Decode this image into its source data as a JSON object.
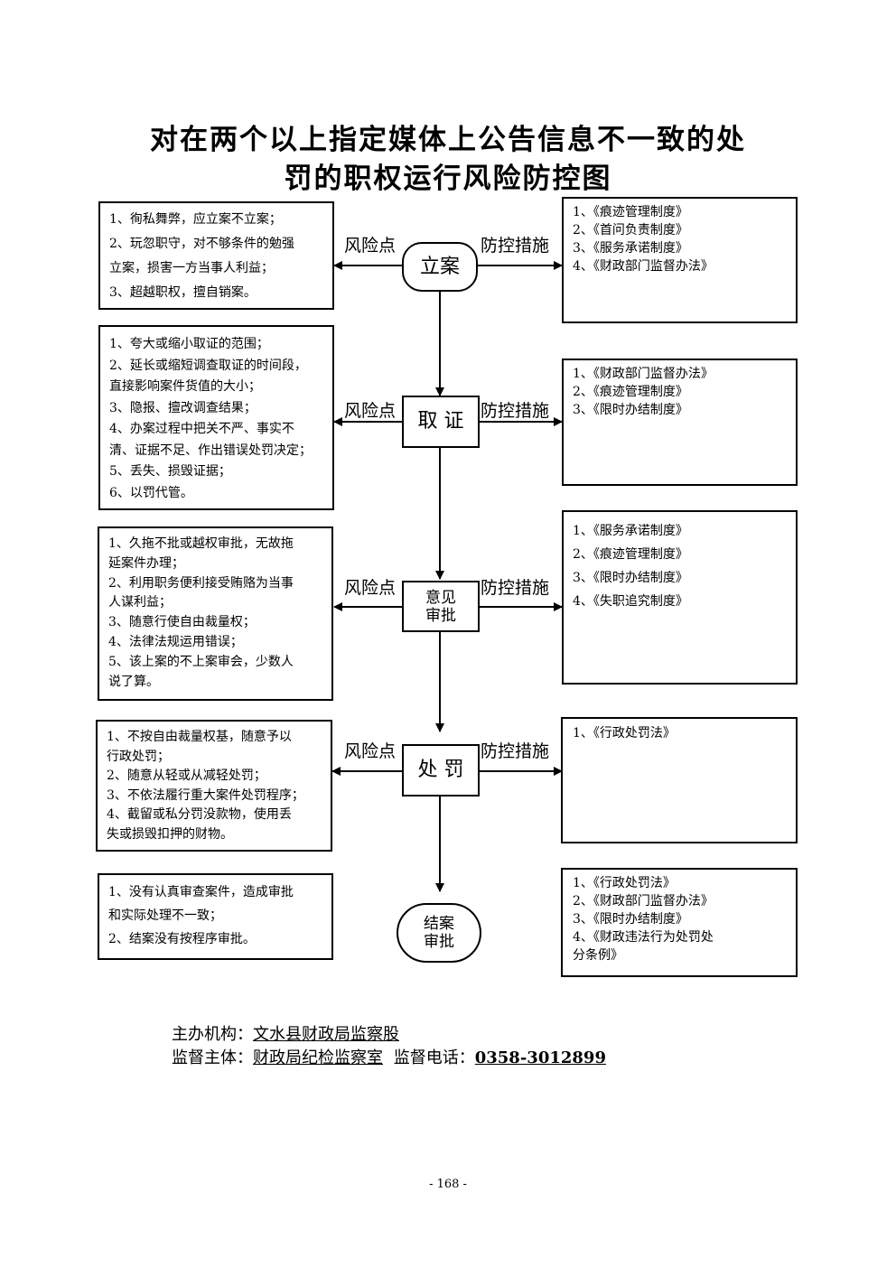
{
  "title": {
    "line1": "对在两个以上指定媒体上公告信息不一致的处",
    "line2": "罚的职权运行风险防控图"
  },
  "labels": {
    "risk": "风险点",
    "control": "防控措施"
  },
  "stages": [
    {
      "name": "立案",
      "risks": "1、徇私舞弊，应立案不立案；\n2、玩忽职守，对不够条件的勉强\n立案，损害一方当事人利益；\n3、超越职权，擅自销案。",
      "controls": "1、《痕迹管理制度》\n2、《首问负责制度》\n3、《服务承诺制度》\n4、《财政部门监督办法》"
    },
    {
      "name": "取 证",
      "risks": "1、夸大或缩小取证的范围；\n2、延长或缩短调查取证的时间段，\n直接影响案件货值的大小；\n3、隐报、擅改调查结果；\n4、办案过程中把关不严、事实不\n清、证据不足、作出错误处罚决定；\n5、丢失、损毁证据；\n6、以罚代管。",
      "controls": "1、《财政部门监督办法》\n2、《痕迹管理制度》\n3、《限时办结制度》"
    },
    {
      "name": "意见\n审批",
      "risks": "1、久拖不批或越权审批，无故拖\n延案件办理；\n2、利用职务便利接受贿赂为当事\n人谋利益；\n3、随意行使自由裁量权；\n4、法律法规运用错误；\n5、该上案的不上案审会，少数人\n说了算。",
      "controls": "1、《服务承诺制度》\n2、《痕迹管理制度》\n3、《限时办结制度》\n4、《失职追究制度》"
    },
    {
      "name": "处 罚",
      "risks": "1、不按自由裁量权基，随意予以\n行政处罚；\n2、随意从轻或从减轻处罚；\n3、不依法履行重大案件处罚程序；\n4、截留或私分罚没款物，使用丢\n失或损毁扣押的财物。",
      "controls": "1、《行政处罚法》"
    },
    {
      "name": "结案\n审批",
      "risks": "1、没有认真审查案件，造成审批\n和实际处理不一致；\n2、结案没有按程序审批。",
      "controls": "1、《行政处罚法》\n2、《财政部门监督办法》\n3、《限时办结制度》\n4、《财政违法行为处罚处\n分条例》"
    }
  ],
  "footer": {
    "org_label": "主办机构：",
    "org_value": "文水县财政局监察股",
    "supervisor_label": "监督主体：",
    "supervisor_value": "财政局纪检监察室",
    "phone_label": "监督电话：",
    "phone_value": "0358-3012899"
  },
  "page_number": "- 168 -"
}
